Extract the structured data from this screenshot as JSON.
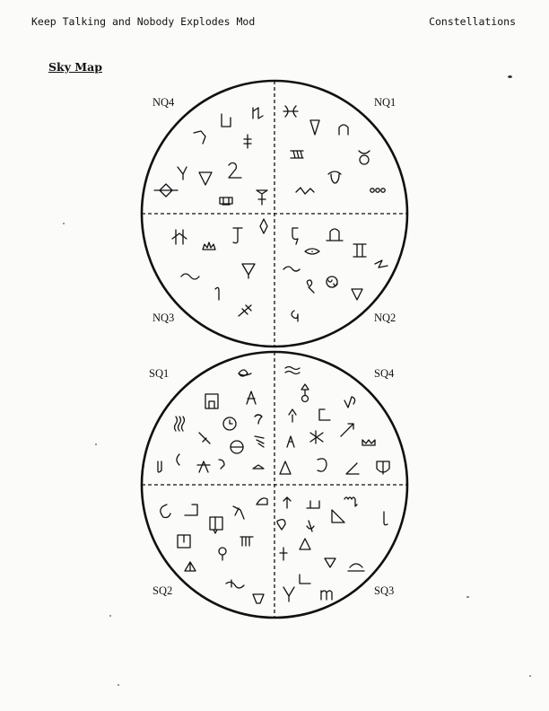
{
  "header": {
    "left": "Keep Talking and Nobody Explodes Mod",
    "right": "Constellations"
  },
  "section_title": "Sky Map",
  "north_map": {
    "quadrants": {
      "nq4": "NQ4",
      "nq1": "NQ1",
      "nq3": "NQ3",
      "nq2": "NQ2"
    }
  },
  "south_map": {
    "quadrants": {
      "sq1": "SQ1",
      "sq4": "SQ4",
      "sq2": "SQ2",
      "sq3": "SQ3"
    }
  }
}
